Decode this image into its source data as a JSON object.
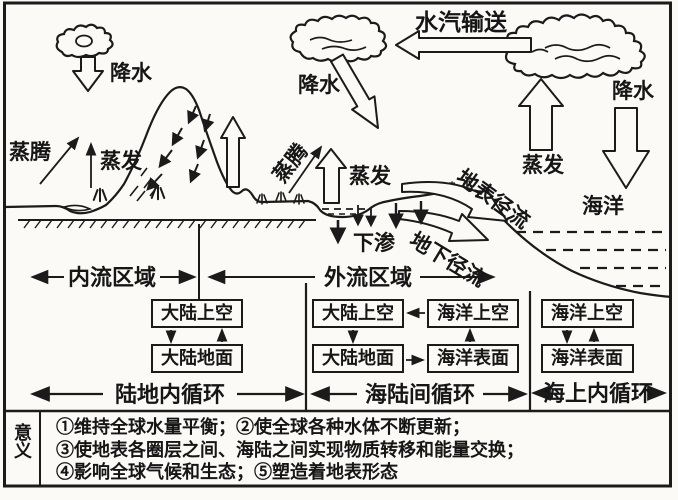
{
  "labels": {
    "vapor_transport": "水汽输送",
    "precip_left": "降水",
    "precip_mid": "降水",
    "precip_right": "降水",
    "transpiration_left": "蒸腾",
    "evaporation_left": "蒸发",
    "transpiration_mid": "蒸腾",
    "evaporation_lake": "蒸发",
    "evaporation_sea": "蒸发",
    "surface_runoff": "地表径流",
    "underground_runoff": "地下径流",
    "infiltration": "下渗",
    "ocean": "海洋",
    "inner_region": "内流区域",
    "outer_region": "外流区域"
  },
  "boxes": {
    "land_sky_left": "大陆上空",
    "land_surface_left": "大陆地面",
    "land_sky_mid": "大陆上空",
    "ocean_sky_mid": "海洋上空",
    "land_surface_mid": "大陆地面",
    "ocean_surface_mid": "海洋表面",
    "ocean_sky_right": "海洋上空",
    "ocean_surface_right": "海洋表面"
  },
  "cycles": {
    "land_cycle": "陆地内循环",
    "sea_land_cycle": "海陆间循环",
    "sea_cycle": "海上内循环"
  },
  "significance": {
    "header": "意义",
    "lines": [
      "①维持全球水量平衡；②使全球各种水体不断更新；",
      "③使地表各圈层之间、海陆之间实现物质转移和能量交换；",
      "④影响全球气候和生态；⑤塑造着地表形态"
    ]
  },
  "colors": {
    "ink": "#1b1b1b",
    "background": "#fbfaf7"
  }
}
